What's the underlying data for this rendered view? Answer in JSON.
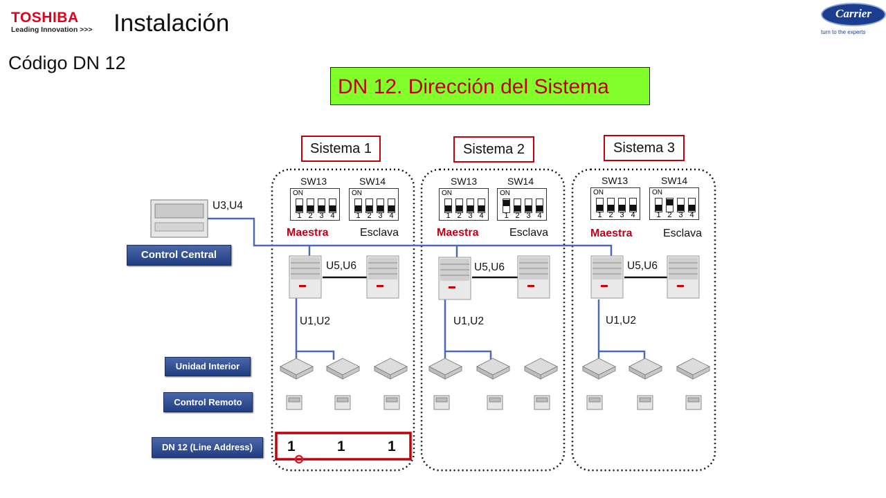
{
  "header": {
    "brand": "TOSHIBA",
    "tagline": "Leading Innovation >>>",
    "title": "Instalación",
    "subtitle": "Código DN 12",
    "logo": "Carrier",
    "logo_tag": "turn to the experts"
  },
  "banner": "DN 12. Dirección del Sistema",
  "central": {
    "label": "Control Central",
    "wire": "U3,U4"
  },
  "legend": {
    "indoor": "Unidad Interior",
    "remote": "Control Remoto",
    "dn12": "DN 12 (Line Address)"
  },
  "systems": [
    {
      "name": "Sistema 1",
      "sw13": "SW13",
      "sw14": "SW14",
      "master": "Maestra",
      "slave": "Esclava",
      "link": "U5,U6",
      "bus": "U1,U2",
      "addresses": [
        "1",
        "1",
        "1"
      ]
    },
    {
      "name": "Sistema 2",
      "sw13": "SW13",
      "sw14": "SW14",
      "master": "Maestra",
      "slave": "Esclava",
      "link": "U5,U6",
      "bus": "U1,U2"
    },
    {
      "name": "Sistema 3",
      "sw13": "SW13",
      "sw14": "SW14",
      "master": "Maestra",
      "slave": "Esclava",
      "link": "U5,U6",
      "bus": "U1,U2"
    }
  ],
  "switch_on_label": "ON",
  "switch_numbers": [
    "1",
    "2",
    "3",
    "4"
  ],
  "colors": {
    "accent_red": "#c0000b",
    "banner_green": "#80ff2a",
    "wire_blue": "#4a6bb0",
    "legend_blue": "#2d4c91"
  }
}
